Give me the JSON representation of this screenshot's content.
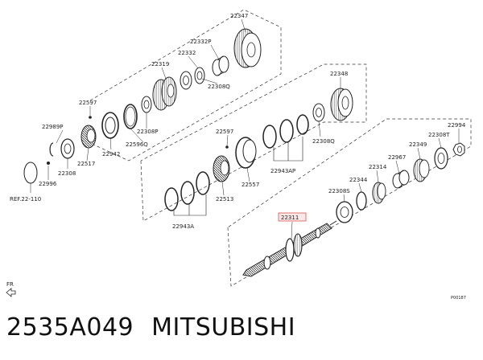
{
  "diagram": {
    "part_labels": {
      "p22347": "22347",
      "p22332p": "22332P",
      "p22332": "22332",
      "p22319": "22319",
      "p22308q_top": "22308Q",
      "p22597_left": "22597",
      "p22989p": "22989P",
      "p22942": "22942",
      "p22596q": "22596Q",
      "p22308p": "22308P",
      "p22517": "22517",
      "p22308_left": "22308",
      "p22996": "22996",
      "p22597_mid": "22597",
      "p22557": "22557",
      "p22943ap": "22943AP",
      "p22513": "22513",
      "p22943a": "22943A",
      "p22348": "22348",
      "p22308q_mid": "22308Q",
      "p22994": "22994",
      "p22308t": "22308T",
      "p22349": "22349",
      "p22967": "22967",
      "p22314": "22314",
      "p22344": "22344",
      "p22308s": "22308S",
      "p22311": "22311"
    },
    "ref_label": "REF.22-110",
    "fr_label": "FR",
    "figure_code": "P00187"
  },
  "caption": {
    "part_number": "2535A049",
    "brand": "MITSUBISHI"
  }
}
